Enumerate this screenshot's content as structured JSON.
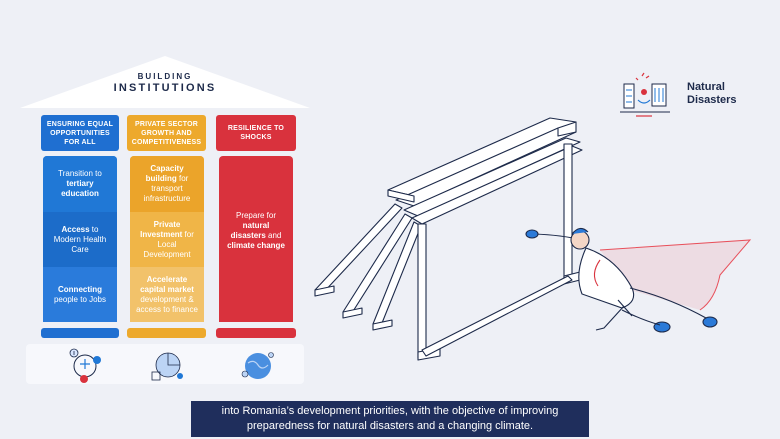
{
  "roof": {
    "line1": "BUILDING",
    "line2": "INSTITUTIONS"
  },
  "pillars": [
    {
      "header": "ENSURING EQUAL OPPORTUNITIES FOR ALL",
      "color": "#1f6fd1",
      "items": [
        {
          "pre": "Transition to ",
          "bold": "tertiary education",
          "post": ""
        },
        {
          "pre": "",
          "bold": "Access",
          "post": " to Modern Health Care"
        },
        {
          "pre": "",
          "bold": "Connecting",
          "post": " people to Jobs"
        }
      ]
    },
    {
      "header": "PRIVATE SECTOR GROWTH AND COMPETITIVENESS",
      "color": "#eda92c",
      "items": [
        {
          "bold": "Capacity building",
          "post": " for transport infrastructure"
        },
        {
          "bold": "Private Investment",
          "post": " for Local Development"
        },
        {
          "bold": "Accelerate capital market",
          "post": " development & access to finance"
        }
      ]
    },
    {
      "header": "RESILIENCE TO SHOCKS",
      "color": "#d9323d",
      "items": [
        {
          "pre": "Prepare for ",
          "bold": "natural disasters",
          "mid": " and ",
          "bold2": "climate change"
        }
      ]
    }
  ],
  "badge": {
    "label": "Natural Disasters"
  },
  "subtitle": {
    "line1": "into Romania’s development priorities, with the objective of improving",
    "line2": "preparedness for natural disasters and a changing climate."
  }
}
